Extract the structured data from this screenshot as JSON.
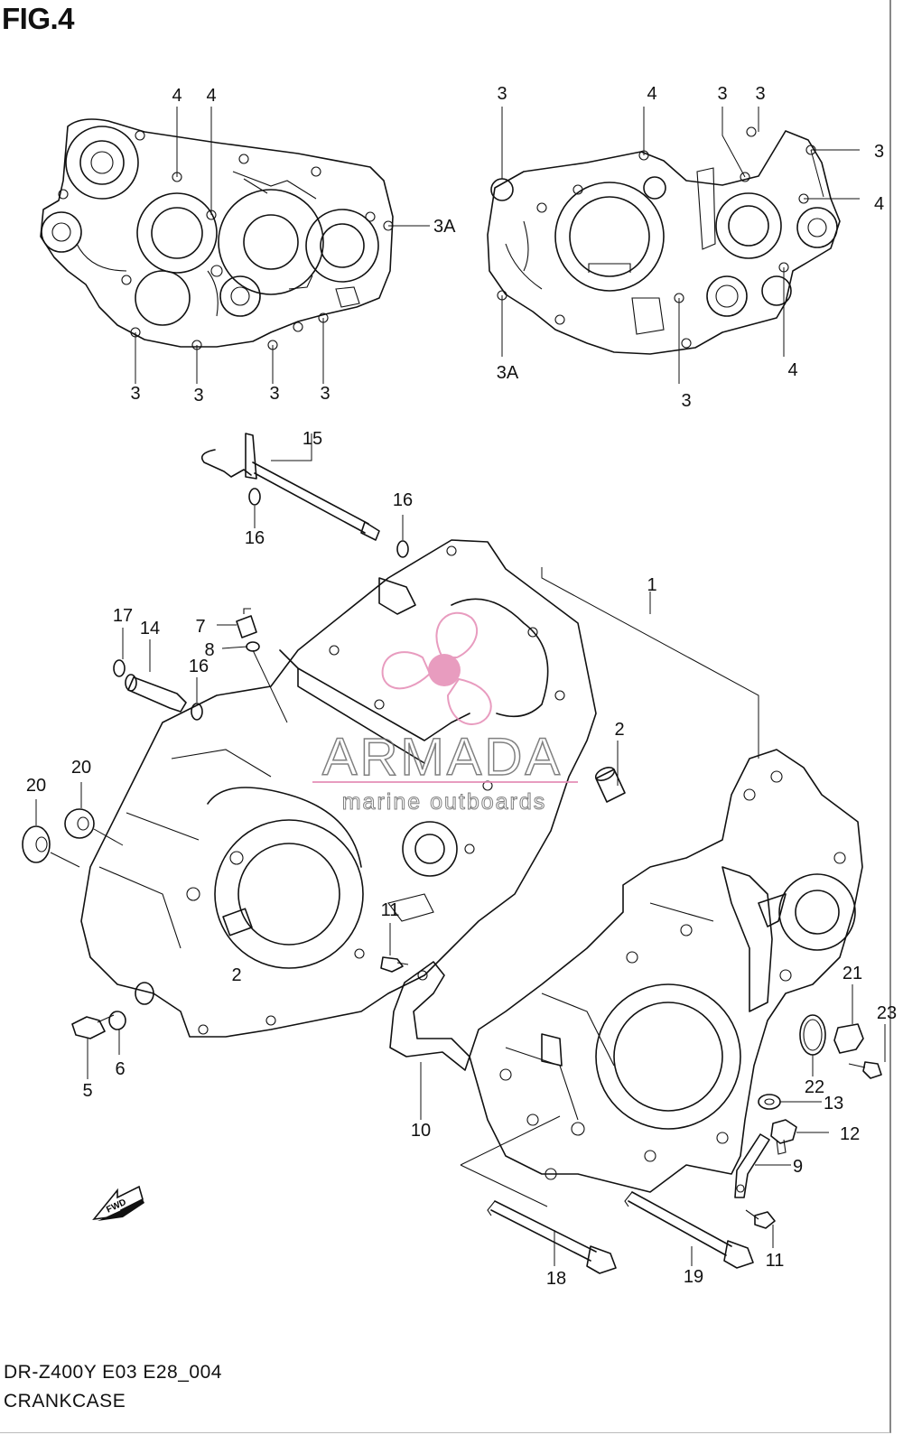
{
  "figure": {
    "title": "FIG.4",
    "model_code": "DR-Z400Y E03 E28_004",
    "section_name": "CRANKCASE"
  },
  "watermark": {
    "brand": "ARMADA",
    "tagline": "marine outboards",
    "color": "#e58bb5",
    "text_color": "#6b6b6b"
  },
  "fwd_badge": "FWD",
  "callouts": {
    "c1": "1",
    "c2a": "2",
    "c2b": "2",
    "c3_l1": "3",
    "c3_l2": "3",
    "c3_l3": "3",
    "c3_l4": "3",
    "c3_r1": "3",
    "c3_r2": "3",
    "c3_r3": "3",
    "c3_r4": "3",
    "c3_r5": "3",
    "c3a_l": "3A",
    "c3a_r": "3A",
    "c4_l1": "4",
    "c4_l2": "4",
    "c4_r1": "4",
    "c4_r2": "4",
    "c4_r3": "4",
    "c5": "5",
    "c6": "6",
    "c7": "7",
    "c8": "8",
    "c9": "9",
    "c10": "10",
    "c11a": "11",
    "c11b": "11",
    "c12": "12",
    "c13": "13",
    "c14": "14",
    "c15": "15",
    "c16a": "16",
    "c16b": "16",
    "c16c": "16",
    "c17": "17",
    "c18": "18",
    "c19": "19",
    "c20a": "20",
    "c20b": "20",
    "c21": "21",
    "c22": "22",
    "c23": "23"
  }
}
